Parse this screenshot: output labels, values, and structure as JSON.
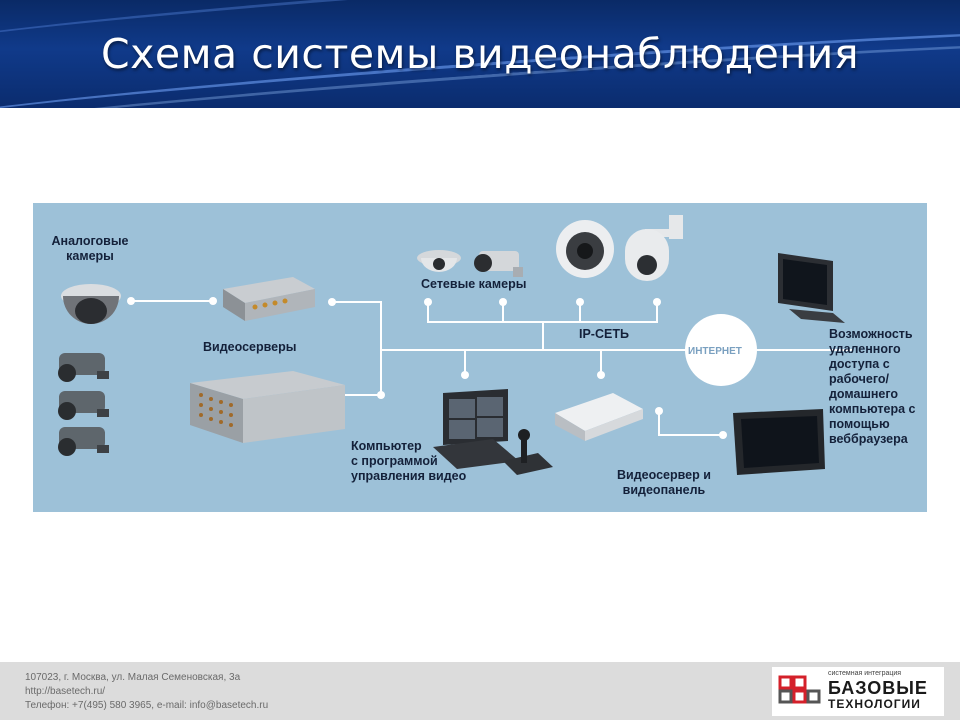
{
  "slide": {
    "title": "Схема системы видеонаблюдения"
  },
  "diagram": {
    "labels": {
      "analog_cameras": "Аналоговые\nкамеры",
      "network_cameras": "Сетевые камеры",
      "video_servers": "Видеосерверы",
      "ip_network": "IP-СЕТЬ",
      "internet": "ИНТЕРНЕТ",
      "remote_access": "Возможность\nудаленного\nдоступа с\nрабочего/\nдомашнего\nкомпьютера с\nпомощью\nвеббраузера",
      "computer": "Компьютер\nс программой\nуправления видео",
      "videoserver_panel": "Видеосервер и\nвидеопанель"
    },
    "colors": {
      "background": "#9dc1d8",
      "lines": "#ffffff",
      "text": "#14213a"
    }
  },
  "footer": {
    "address": "107023, г. Москва, ул. Малая Семеновская, 3а",
    "website": "http://basetech.ru/",
    "contacts": "Телефон: +7(495) 580 3965, e-mail: info@basetech.ru"
  },
  "logo": {
    "tagline": "системная интеграция",
    "name_line1": "БАЗОВЫЕ",
    "name_line2": "ТЕХНОЛОГИИ",
    "accent": "#d4202a"
  }
}
